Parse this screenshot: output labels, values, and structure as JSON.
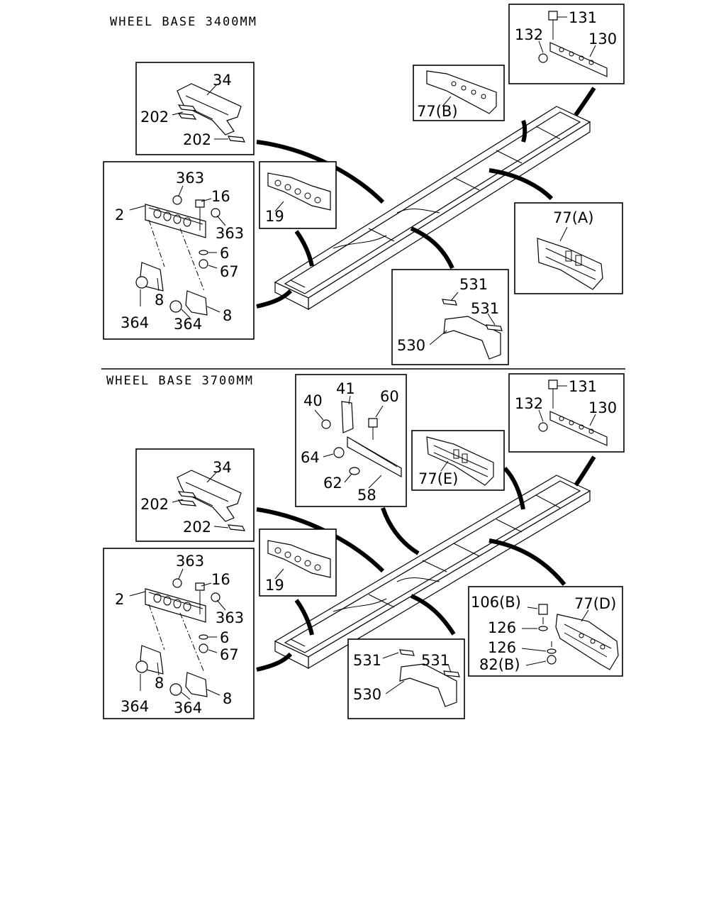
{
  "sections": [
    {
      "title": "WHEEL BASE 3400MM",
      "callouts": {
        "b1": {
          "a": "34",
          "b": "202",
          "c": "202"
        },
        "b2": {
          "a": "363",
          "b": "16",
          "c": "2",
          "d": "363",
          "e": "6",
          "f": "67",
          "g": "8",
          "h": "364",
          "i": "364",
          "j": "8"
        },
        "b3": {
          "a": "19"
        },
        "b4": {
          "a": "77(B)"
        },
        "b5": {
          "a": "131",
          "b": "132",
          "c": "130"
        },
        "b6": {
          "a": "77(A)"
        },
        "b7": {
          "a": "531",
          "b": "531",
          "c": "530"
        }
      }
    },
    {
      "title": "WHEEL BASE 3700MM",
      "callouts": {
        "b1": {
          "a": "34",
          "b": "202",
          "c": "202"
        },
        "b2": {
          "a": "363",
          "b": "16",
          "c": "2",
          "d": "363",
          "e": "6",
          "f": "67",
          "g": "8",
          "h": "364",
          "i": "364",
          "j": "8"
        },
        "b3": {
          "a": "19"
        },
        "b4": {
          "a": "77(E)"
        },
        "b5": {
          "a": "131",
          "b": "132",
          "c": "130"
        },
        "b8": {
          "a": "40",
          "b": "41",
          "c": "60",
          "d": "64",
          "e": "62",
          "f": "58"
        },
        "b9": {
          "a": "106(B)",
          "b": "77(D)",
          "c": "126",
          "d": "126",
          "e": "82(B)"
        },
        "b7": {
          "a": "531",
          "b": "531",
          "c": "530"
        }
      }
    }
  ]
}
